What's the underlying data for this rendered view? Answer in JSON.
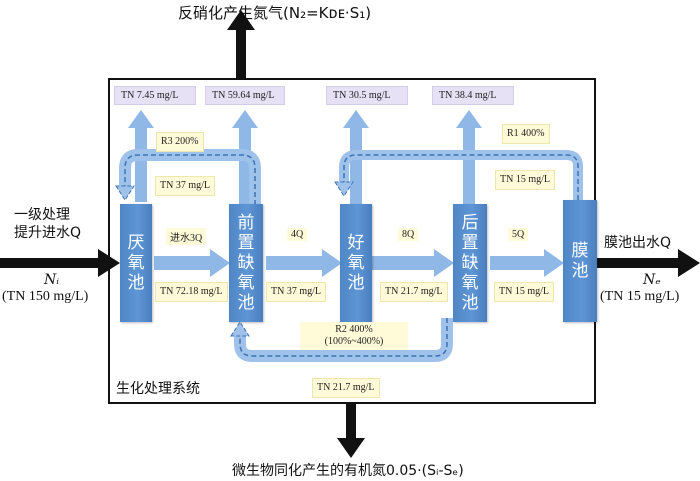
{
  "top_output": "反硝化产生氮气(N₂=Kᴅᴇ·S₁)",
  "bottom_output": "微生物同化产生的有机氮0.05·(Sᵢ-Sₑ)",
  "inflow": {
    "line1": "一级处理",
    "line2": "提升进水Q",
    "n_label": "Nᵢ",
    "tn": "(TN 150 mg/L)"
  },
  "outflow": {
    "label": "膜池出水Q",
    "n_label": "Nₑ",
    "tn": "(TN 15 mg/L)"
  },
  "system_label": "生化处理系统",
  "tanks": {
    "anaerobic": [
      "厌",
      "氧",
      "池"
    ],
    "pre_anoxic": [
      "前",
      "置",
      "缺",
      "氧",
      "池"
    ],
    "aerobic": [
      "好",
      "氧",
      "池"
    ],
    "post_anoxic": [
      "后",
      "置",
      "缺",
      "氧",
      "池"
    ],
    "membrane": [
      "膜",
      "池"
    ]
  },
  "top_labels": {
    "t1": "TN 7.45 mg/L",
    "t2": "TN 59.64 mg/L",
    "t3": "TN 30.5 mg/L",
    "t4": "TN 38.4 mg/L"
  },
  "flows": {
    "f1": "进水3Q",
    "f2": "4Q",
    "f3": "8Q",
    "f4": "5Q"
  },
  "tn_labels": {
    "under1": "TN 72.18 mg/L",
    "under2": "TN 37 mg/L",
    "under3": "TN 21.7 mg/L",
    "under4": "TN 15 mg/L",
    "r3_tn": "TN 37 mg/L",
    "r1_tn": "TN 15 mg/L",
    "bottom_tn": "TN 21.7 mg/L"
  },
  "recycle": {
    "r3": "R3 200%",
    "r1": "R1 400%",
    "r2_line1": "R2 400%",
    "r2_line2": "(100%~400%)"
  },
  "colors": {
    "tank_blue": "#5b8fcf",
    "arrow_blue": "#8fb8e6",
    "label_yellow": "#fffbd8",
    "label_purple": "#e6e1f5",
    "dashed_blue": "#3f72b5"
  }
}
